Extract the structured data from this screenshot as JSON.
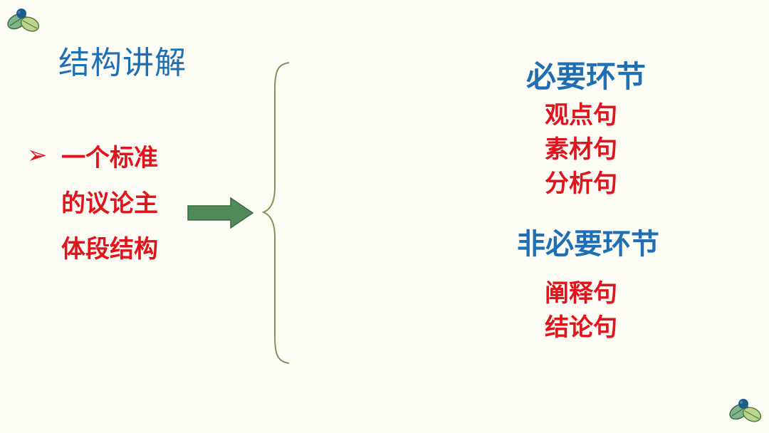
{
  "slide": {
    "title": "结构讲解",
    "bullet": {
      "marker": "➢",
      "lines": [
        "一个标准",
        "的议论主",
        "体段结构"
      ]
    },
    "required": {
      "heading": "必要环节",
      "items": [
        "观点句",
        "素材句",
        "分析句"
      ]
    },
    "optional": {
      "heading": "非必要环节",
      "items": [
        "阐释句",
        "结论句"
      ]
    }
  },
  "colors": {
    "background": "#fcfcf4",
    "title_blue": "#1f6fb5",
    "accent_red": "#e0141c",
    "arrow_green": "#4f8a5b",
    "brace_olive": "#8a8f5a"
  },
  "icons": [
    "leaf-decoration-icon",
    "right-arrow-icon",
    "curly-brace-icon"
  ]
}
